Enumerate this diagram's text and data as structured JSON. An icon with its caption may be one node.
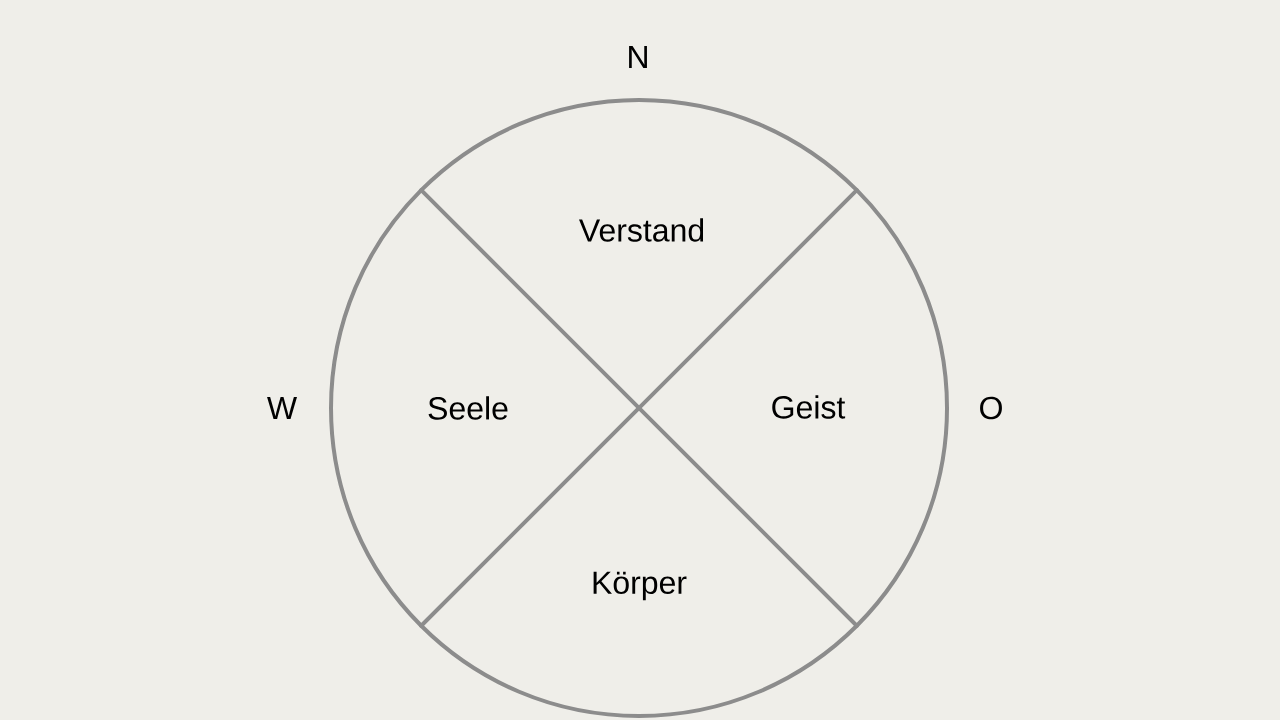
{
  "diagram": {
    "nodes": [
      {
        "text": [
          "Verstand",
          "Seele",
          "Geist",
          "Körper"
        ]
      }
    ],
    "labels": [
      "N",
      "W",
      "O"
    ]
  }
}
